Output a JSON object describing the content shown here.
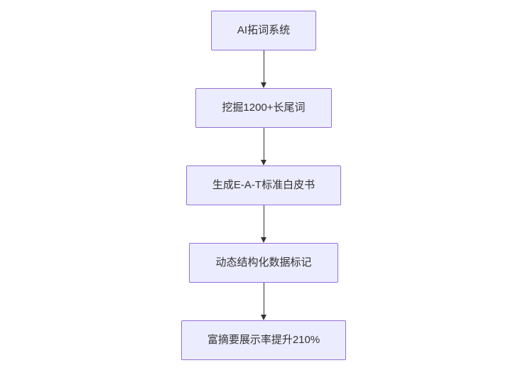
{
  "diagram": {
    "type": "flowchart",
    "direction": "top-down",
    "nodes": [
      {
        "label": "AI拓词系统"
      },
      {
        "label": "挖掘1200+长尾词"
      },
      {
        "label": "生成E-A-T标准白皮书"
      },
      {
        "label": "动态结构化数据标记"
      },
      {
        "label": "富摘要展示率提升210%"
      }
    ],
    "edges": [
      {
        "from": 0,
        "to": 1
      },
      {
        "from": 1,
        "to": 2
      },
      {
        "from": 2,
        "to": 3
      },
      {
        "from": 3,
        "to": 4
      }
    ],
    "colors": {
      "node_fill": "#ececff",
      "node_border": "#9370db",
      "text": "#333333",
      "arrow": "#333333",
      "background": "#ffffff"
    }
  }
}
